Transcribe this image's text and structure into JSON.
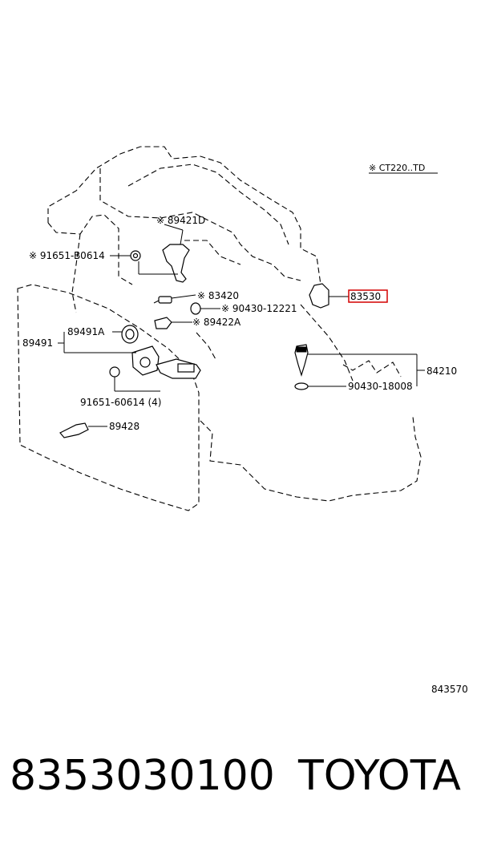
{
  "diagram": {
    "note": "※ CT220..TD",
    "figure_code": "843570",
    "labels": {
      "p89421D": "※ 89421D",
      "p91651B": "※ 91651-B0614",
      "p83420": "※ 83420",
      "p90430_12221": "※ 90430-12221",
      "p89491A": "89491A",
      "p89422A": "※ 89422A",
      "p89491": "89491",
      "p91651_60614": "91651-60614 (4)",
      "p89428": "89428",
      "p83530": "83530",
      "p84210": "84210",
      "p90430_18008": "90430-18008"
    },
    "highlight_color": "#d40000"
  },
  "footer": {
    "part_number": "8353030100",
    "brand": "TOYOTA"
  }
}
